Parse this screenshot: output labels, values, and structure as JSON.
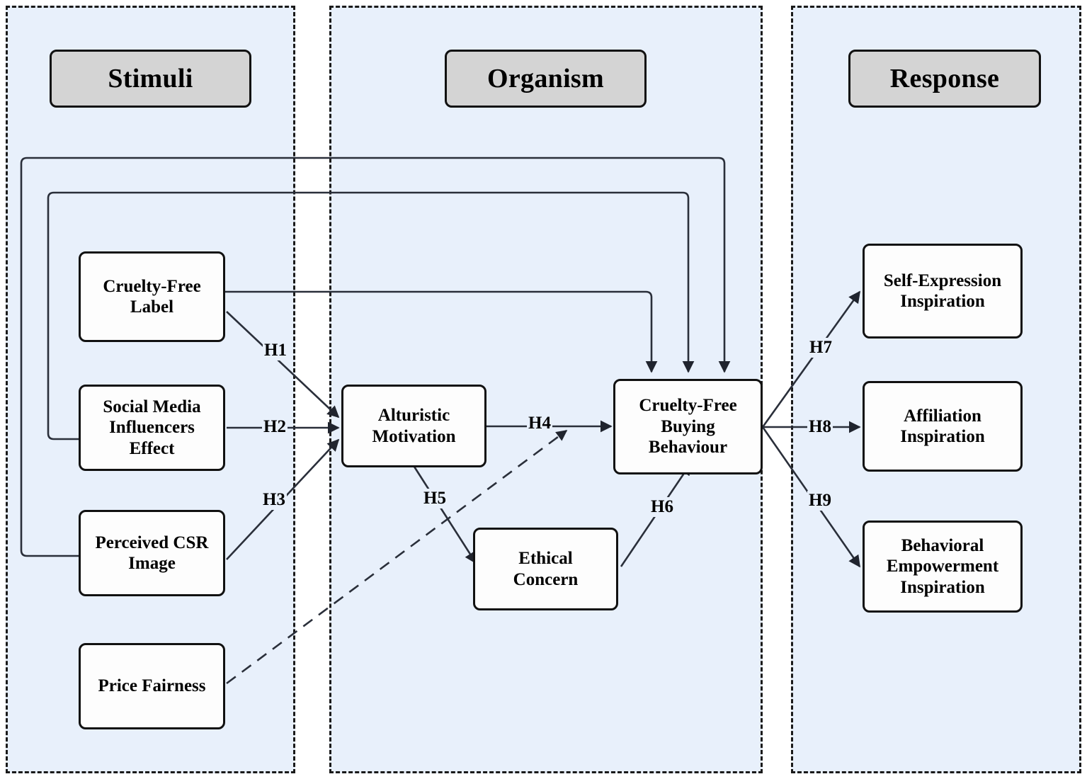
{
  "diagram": {
    "title": "Stimulus-Organism-Response conceptual framework",
    "background": "#e8f0fb",
    "panel_border": "#1a1a1a",
    "node_fill": "#fdfdfd",
    "header_fill": "#d4d4d4"
  },
  "panels": [
    {
      "id": "stimuli",
      "header": "Stimuli"
    },
    {
      "id": "organism",
      "header": "Organism"
    },
    {
      "id": "response",
      "header": "Response"
    }
  ],
  "nodes": {
    "cruelty_free_label": {
      "lines": [
        "Cruelty-Free",
        "Label"
      ]
    },
    "social_media": {
      "lines": [
        "Social Media",
        "Influencers",
        "Effect"
      ]
    },
    "perceived_csr": {
      "lines": [
        "Perceived CSR",
        "Image"
      ]
    },
    "price_fairness": {
      "lines": [
        "Price Fairness"
      ]
    },
    "altruistic_motivation": {
      "lines": [
        "Alturistic",
        "Motivation"
      ]
    },
    "ethical_concern": {
      "lines": [
        "Ethical",
        "Concern"
      ]
    },
    "buying_behaviour": {
      "lines": [
        "Cruelty-Free",
        "Buying",
        "Behaviour"
      ]
    },
    "self_expression": {
      "lines": [
        "Self-Expression",
        "Inspiration"
      ]
    },
    "affiliation": {
      "lines": [
        "Affiliation",
        "Inspiration"
      ]
    },
    "behavioral_empowerment": {
      "lines": [
        "Behavioral",
        "Empowerment",
        "Inspiration"
      ]
    }
  },
  "hypotheses": [
    {
      "id": "H1",
      "label": "H1",
      "from": "cruelty_free_label",
      "to": "altruistic_motivation",
      "style": "solid"
    },
    {
      "id": "H2",
      "label": "H2",
      "from": "social_media",
      "to": "altruistic_motivation",
      "style": "solid"
    },
    {
      "id": "H3",
      "label": "H3",
      "from": "perceived_csr",
      "to": "altruistic_motivation",
      "style": "solid"
    },
    {
      "id": "H4",
      "label": "H4",
      "from": "altruistic_motivation",
      "to": "buying_behaviour",
      "style": "solid"
    },
    {
      "id": "H5",
      "label": "H5",
      "from": "altruistic_motivation",
      "to": "ethical_concern",
      "style": "solid"
    },
    {
      "id": "H6",
      "label": "H6",
      "from": "ethical_concern",
      "to": "buying_behaviour",
      "style": "solid"
    },
    {
      "id": "H7",
      "label": "H7",
      "from": "buying_behaviour",
      "to": "self_expression",
      "style": "solid"
    },
    {
      "id": "H8",
      "label": "H8",
      "from": "buying_behaviour",
      "to": "affiliation",
      "style": "solid"
    },
    {
      "id": "H9",
      "label": "H9",
      "from": "buying_behaviour",
      "to": "behavioral_empowerment",
      "style": "solid"
    }
  ],
  "unlabeled_edges": [
    {
      "from": "cruelty_free_label",
      "to": "buying_behaviour",
      "style": "solid",
      "routing": "orthogonal"
    },
    {
      "from": "social_media",
      "to": "buying_behaviour",
      "style": "solid",
      "routing": "orthogonal"
    },
    {
      "from": "perceived_csr",
      "to": "buying_behaviour",
      "style": "solid",
      "routing": "orthogonal"
    },
    {
      "from": "price_fairness",
      "to": "moderator-h4",
      "style": "dashed",
      "routing": "diagonal"
    }
  ]
}
